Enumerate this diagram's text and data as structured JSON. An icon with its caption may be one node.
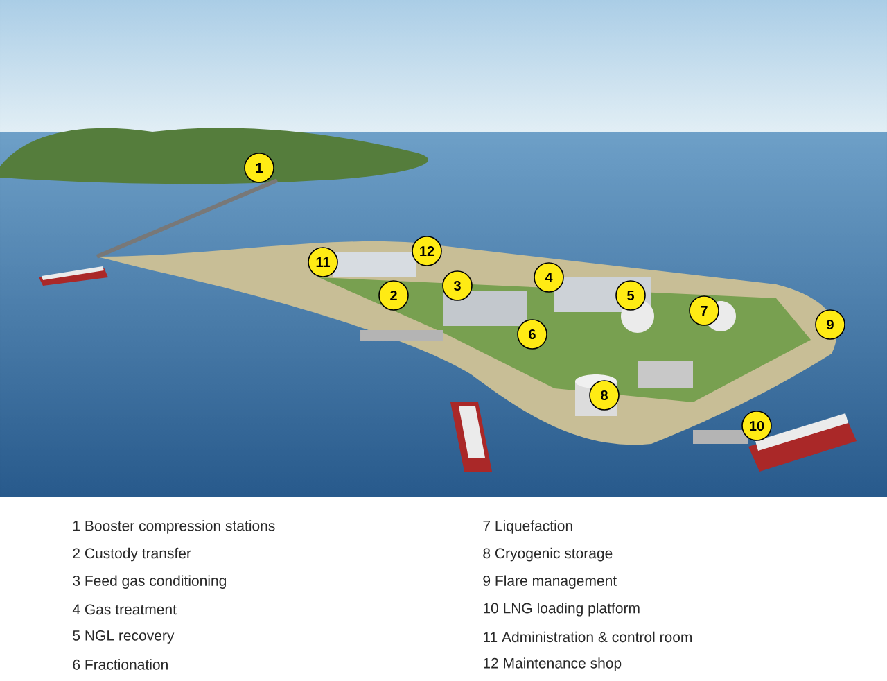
{
  "diagram": {
    "labels": [
      "1",
      "2",
      "3",
      "4",
      "5",
      "6",
      "7",
      "8",
      "9",
      "10",
      "11",
      "12",
      "1 Booster compression stations",
      "7 Liquefaction",
      "2 Custody transfer",
      "8 Cryogenic storage",
      "3 Feed gas conditioning",
      "9 Flare management",
      "4 Gas treatment",
      "10 LNG loading platform",
      "5 NGL recovery",
      "11 Administration & control room",
      "6 Fractionation",
      "12 Maintenance shop"
    ]
  }
}
